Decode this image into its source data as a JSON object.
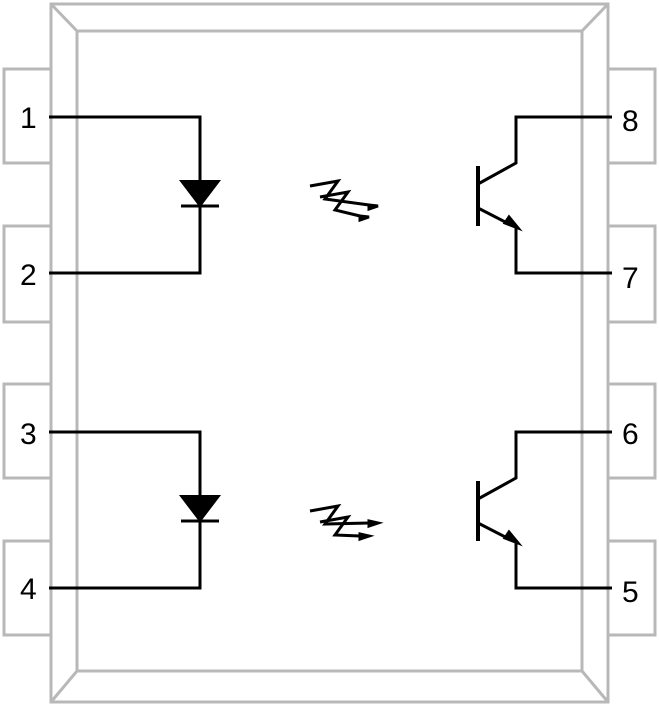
{
  "colors": {
    "pin_fill": "#ffffff",
    "pin_stroke": "#b8b8b8",
    "body_stroke": "#b8b8b8",
    "wire": "#000000"
  },
  "pins": {
    "p1": "1",
    "p2": "2",
    "p3": "3",
    "p4": "4",
    "p5": "5",
    "p6": "6",
    "p7": "7",
    "p8": "8"
  }
}
